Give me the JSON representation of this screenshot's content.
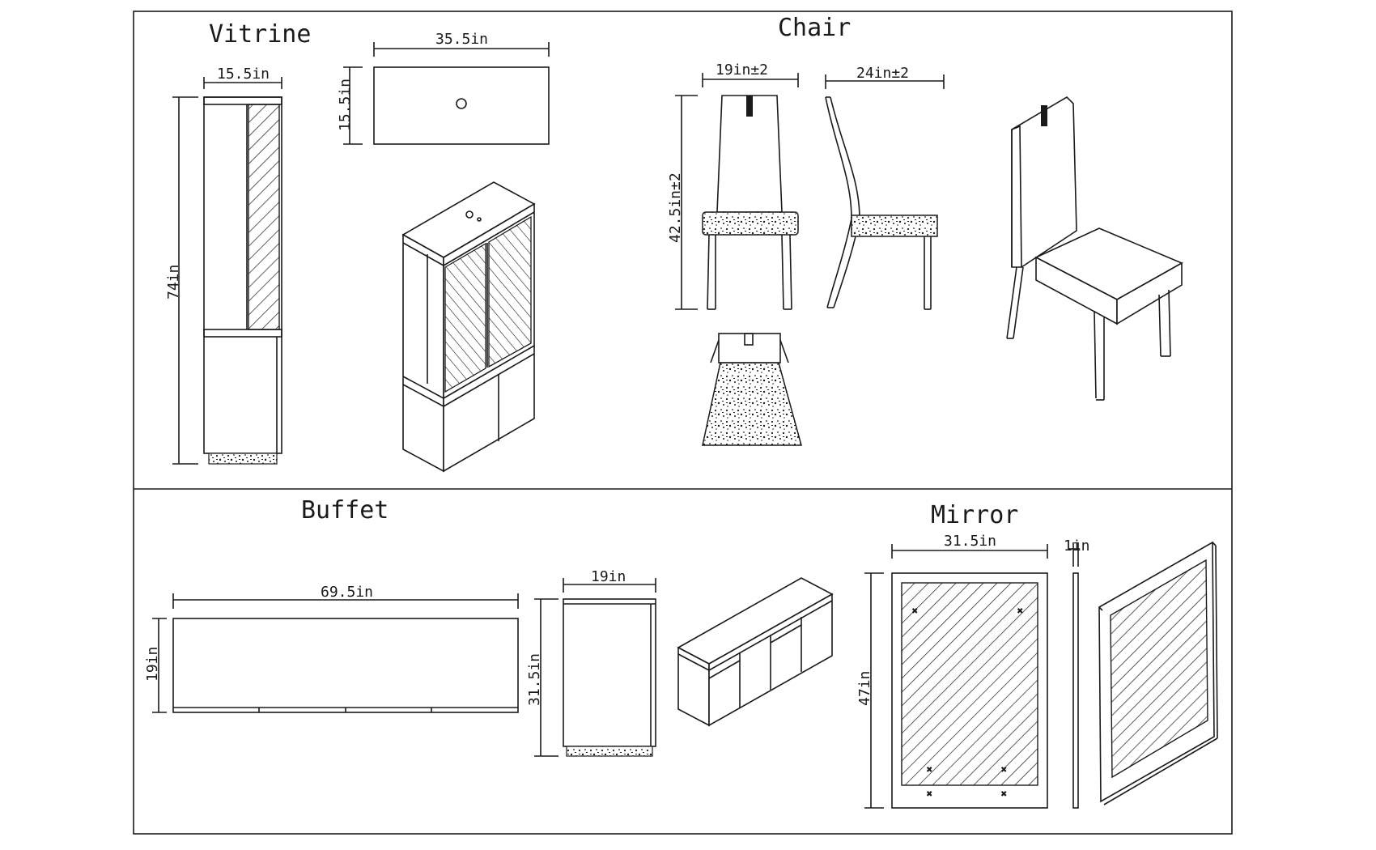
{
  "sections": {
    "vitrine": "Vitrine",
    "chair": "Chair",
    "buffet": "Buffet",
    "mirror": "Mirror"
  },
  "dimensions": {
    "vitrine_front_width": "15.5in",
    "vitrine_top_width": "35.5in",
    "vitrine_top_depth": "15.5in",
    "vitrine_height": "74in",
    "chair_front_width": "19in±2",
    "chair_side_depth": "24in±2",
    "chair_height": "42.5in±2",
    "buffet_length": "69.5in",
    "buffet_depth": "19in",
    "buffet_side_width": "19in",
    "buffet_height": "31.5in",
    "mirror_width": "31.5in",
    "mirror_thickness": "1in",
    "mirror_height": "47in"
  }
}
